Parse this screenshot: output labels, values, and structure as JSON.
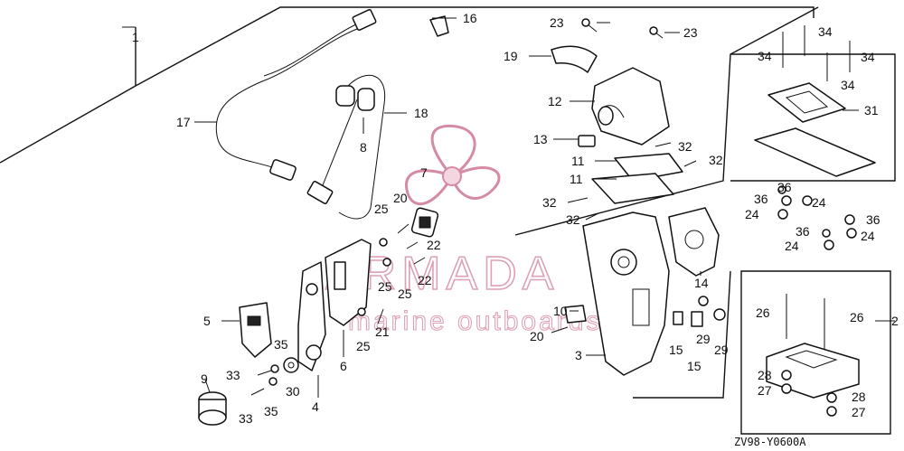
{
  "diagram_code": "ZV98-Y0600A",
  "watermark": {
    "brand": "ARMADA",
    "tagline": "marine outboards",
    "color": "#d58aa6"
  },
  "callouts": [
    {
      "id": "c1",
      "text": "1"
    },
    {
      "id": "c2",
      "text": "2"
    },
    {
      "id": "c3",
      "text": "3"
    },
    {
      "id": "c4",
      "text": "4"
    },
    {
      "id": "c5",
      "text": "5"
    },
    {
      "id": "c6",
      "text": "6"
    },
    {
      "id": "c7",
      "text": "7"
    },
    {
      "id": "c8",
      "text": "8"
    },
    {
      "id": "c9",
      "text": "9"
    },
    {
      "id": "c10",
      "text": "10"
    },
    {
      "id": "c11a",
      "text": "11"
    },
    {
      "id": "c11b",
      "text": "11"
    },
    {
      "id": "c12",
      "text": "12"
    },
    {
      "id": "c13",
      "text": "13"
    },
    {
      "id": "c14",
      "text": "14"
    },
    {
      "id": "c15a",
      "text": "15"
    },
    {
      "id": "c15b",
      "text": "15"
    },
    {
      "id": "c16",
      "text": "16"
    },
    {
      "id": "c17",
      "text": "17"
    },
    {
      "id": "c18",
      "text": "18"
    },
    {
      "id": "c19",
      "text": "19"
    },
    {
      "id": "c20a",
      "text": "20"
    },
    {
      "id": "c20b",
      "text": "20"
    },
    {
      "id": "c21",
      "text": "21"
    },
    {
      "id": "c22a",
      "text": "22"
    },
    {
      "id": "c22b",
      "text": "22"
    },
    {
      "id": "c23a",
      "text": "23"
    },
    {
      "id": "c23b",
      "text": "23"
    },
    {
      "id": "c24a",
      "text": "24"
    },
    {
      "id": "c24b",
      "text": "24"
    },
    {
      "id": "c24c",
      "text": "24"
    },
    {
      "id": "c24d",
      "text": "24"
    },
    {
      "id": "c25a",
      "text": "25"
    },
    {
      "id": "c25b",
      "text": "25"
    },
    {
      "id": "c25c",
      "text": "25"
    },
    {
      "id": "c25d",
      "text": "25"
    },
    {
      "id": "c26a",
      "text": "26"
    },
    {
      "id": "c26b",
      "text": "26"
    },
    {
      "id": "c27a",
      "text": "27"
    },
    {
      "id": "c27b",
      "text": "27"
    },
    {
      "id": "c28a",
      "text": "28"
    },
    {
      "id": "c28b",
      "text": "28"
    },
    {
      "id": "c29a",
      "text": "29"
    },
    {
      "id": "c29b",
      "text": "29"
    },
    {
      "id": "c30",
      "text": "30"
    },
    {
      "id": "c31",
      "text": "31"
    },
    {
      "id": "c32a",
      "text": "32"
    },
    {
      "id": "c32b",
      "text": "32"
    },
    {
      "id": "c32c",
      "text": "32"
    },
    {
      "id": "c32d",
      "text": "32"
    },
    {
      "id": "c33a",
      "text": "33"
    },
    {
      "id": "c33b",
      "text": "33"
    },
    {
      "id": "c34a",
      "text": "34"
    },
    {
      "id": "c34b",
      "text": "34"
    },
    {
      "id": "c34c",
      "text": "34"
    },
    {
      "id": "c34d",
      "text": "34"
    },
    {
      "id": "c35a",
      "text": "35"
    },
    {
      "id": "c35b",
      "text": "35"
    },
    {
      "id": "c36a",
      "text": "36"
    },
    {
      "id": "c36b",
      "text": "36"
    },
    {
      "id": "c36c",
      "text": "36"
    },
    {
      "id": "c36d",
      "text": "36"
    }
  ]
}
